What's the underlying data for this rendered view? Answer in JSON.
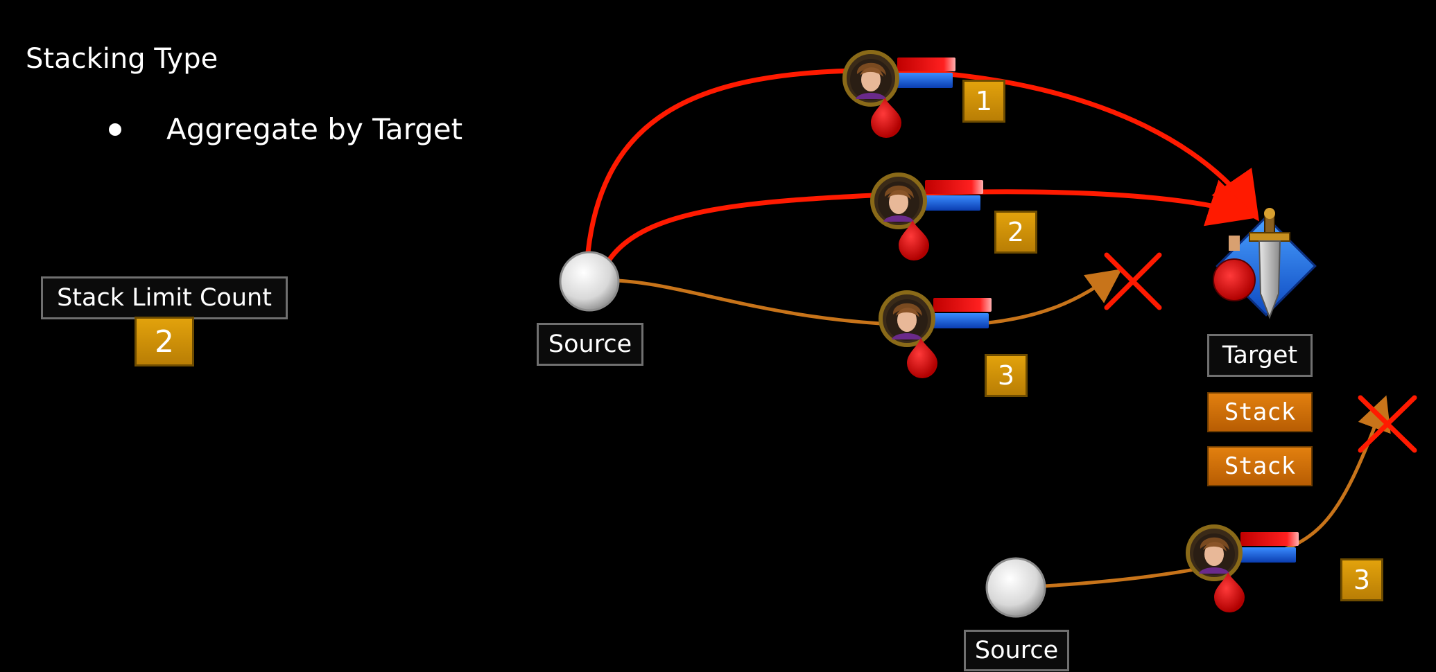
{
  "title": "Stacking Type",
  "bullet": "Aggregate by Target",
  "stack_limit": {
    "label": "Stack Limit Count",
    "value": "2"
  },
  "source_label": "Source",
  "source_label_2": "Source",
  "target_label": "Target",
  "stack_items": [
    "Stack",
    "Stack"
  ],
  "applications": [
    {
      "number": "1",
      "status": "applied"
    },
    {
      "number": "2",
      "status": "applied"
    },
    {
      "number": "3",
      "status": "rejected"
    },
    {
      "number": "3",
      "status": "rejected"
    }
  ],
  "colors": {
    "applied": "#ff1a00",
    "rejected": "#c8741a",
    "badge": "#d8980a",
    "stack": "#d9740c"
  },
  "icons": {
    "effect": "character-portrait-with-bars-icon",
    "blood": "blood-drop-icon",
    "target": "sword-potion-icon",
    "reject": "red-x-icon"
  }
}
